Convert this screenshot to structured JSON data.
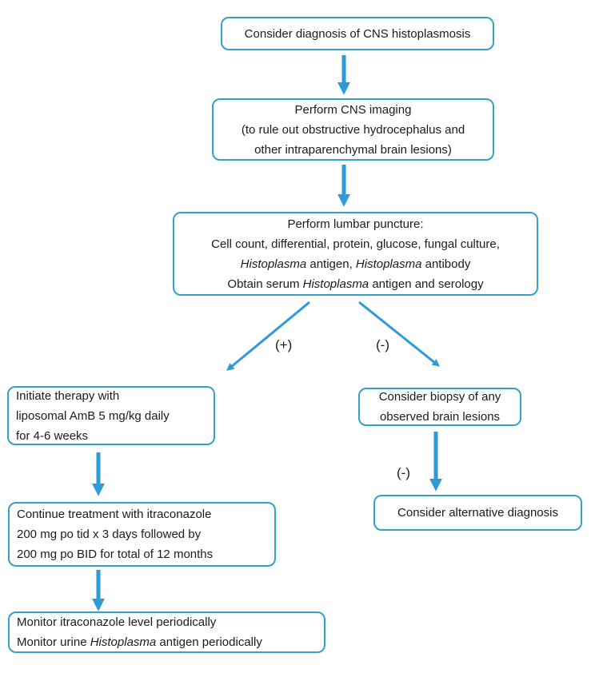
{
  "colors": {
    "box_border": "#35a0c9",
    "arrow": "#2e9bd8",
    "text": "#1b1b1b",
    "background": "#ffffff"
  },
  "branch_labels": {
    "csf_positive": "(+)",
    "csf_negative": "(-)",
    "biopsy_negative": "(-)"
  },
  "nodes": {
    "consider_diagnosis": {
      "lines": [
        "Consider diagnosis of CNS histoplasmosis"
      ]
    },
    "cns_imaging": {
      "lines": [
        "Perform CNS imaging",
        "(to rule out obstructive hydrocephalus and",
        "other intraparenchymal brain lesions)"
      ]
    },
    "lumbar_puncture": {
      "line1": "Perform lumbar puncture:",
      "line2": "Cell count, differential, protein, glucose, fungal culture,",
      "line3": [
        {
          "t": "Histoplasma",
          "italic": true
        },
        {
          "t": " antigen, ",
          "italic": false
        },
        {
          "t": "Histoplasma",
          "italic": true
        },
        {
          "t": " antibody",
          "italic": false
        }
      ],
      "line4": [
        {
          "t": "Obtain serum ",
          "italic": false
        },
        {
          "t": "Histoplasma",
          "italic": true
        },
        {
          "t": " antigen and serology",
          "italic": false
        }
      ]
    },
    "initiate_therapy": {
      "lines": [
        "Initiate therapy with",
        "liposomal AmB 5 mg/kg daily",
        "for 4-6 weeks"
      ]
    },
    "consider_biopsy": {
      "lines": [
        "Consider biopsy of any",
        "observed brain lesions"
      ]
    },
    "continue_treatment": {
      "lines": [
        "Continue treatment with itraconazole",
        "200 mg po tid x 3 days followed by",
        "200 mg po BID for total of 12 months"
      ]
    },
    "alternative_diagnosis": {
      "lines": [
        "Consider alternative diagnosis"
      ]
    },
    "monitor": {
      "line1": "Monitor itraconazole level periodically",
      "line2": [
        {
          "t": "Monitor urine ",
          "italic": false
        },
        {
          "t": "Histoplasma",
          "italic": true
        },
        {
          "t": " antigen periodically",
          "italic": false
        }
      ]
    }
  }
}
